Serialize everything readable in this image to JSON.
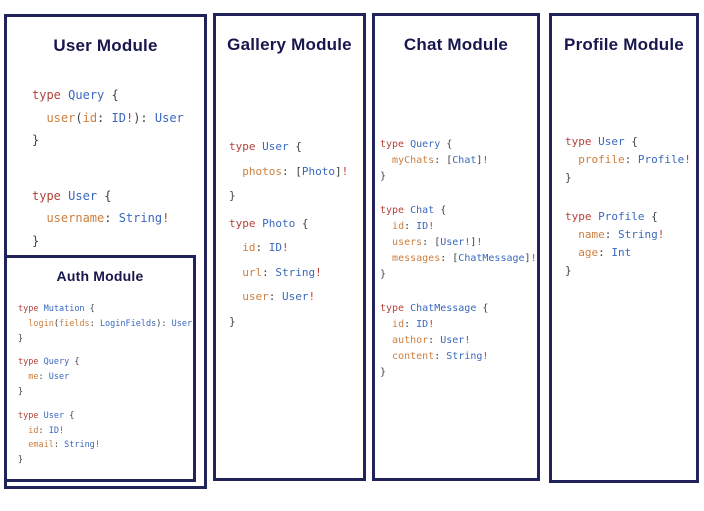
{
  "panel_colors": {
    "border": "#23235c",
    "title": "#17174e",
    "background": "#ffffff"
  },
  "syntax_colors": {
    "keyword": "#b2423b",
    "type_name": "#3a68bd",
    "field": "#cd7f3f",
    "punctuation": "#3f4245",
    "bang": "#c03d36"
  },
  "panels": {
    "user": {
      "title": "User Module",
      "blocks": [
        [
          [
            [
              "type",
              "k"
            ],
            [
              " ",
              "p"
            ],
            [
              "Query",
              "t"
            ],
            [
              " {",
              "p"
            ]
          ],
          [
            [
              "  ",
              "p"
            ],
            [
              "user",
              "f"
            ],
            [
              "(",
              "p"
            ],
            [
              "id",
              "f"
            ],
            [
              ": ",
              "p"
            ],
            [
              "ID",
              "t"
            ],
            [
              "!",
              "b"
            ],
            [
              "): ",
              "p"
            ],
            [
              "User",
              "t"
            ]
          ],
          [
            [
              "}",
              "p"
            ]
          ]
        ],
        [
          [
            [
              "type",
              "k"
            ],
            [
              " ",
              "p"
            ],
            [
              "User",
              "t"
            ],
            [
              " {",
              "p"
            ]
          ],
          [
            [
              "  ",
              "p"
            ],
            [
              "username",
              "f"
            ],
            [
              ": ",
              "p"
            ],
            [
              "String",
              "t"
            ],
            [
              "!",
              "b"
            ]
          ],
          [
            [
              "}",
              "p"
            ]
          ]
        ]
      ]
    },
    "auth": {
      "title": "Auth Module",
      "blocks": [
        [
          [
            [
              "type",
              "k"
            ],
            [
              " ",
              "p"
            ],
            [
              "Mutation",
              "t"
            ],
            [
              " {",
              "p"
            ]
          ],
          [
            [
              "  ",
              "p"
            ],
            [
              "login",
              "f"
            ],
            [
              "(",
              "p"
            ],
            [
              "fields",
              "f"
            ],
            [
              ": ",
              "p"
            ],
            [
              "LoginFields",
              "t"
            ],
            [
              "): ",
              "p"
            ],
            [
              "User",
              "t"
            ]
          ],
          [
            [
              "}",
              "p"
            ]
          ]
        ],
        [
          [
            [
              "type",
              "k"
            ],
            [
              " ",
              "p"
            ],
            [
              "Query",
              "t"
            ],
            [
              " {",
              "p"
            ]
          ],
          [
            [
              "  ",
              "p"
            ],
            [
              "me",
              "f"
            ],
            [
              ": ",
              "p"
            ],
            [
              "User",
              "t"
            ]
          ],
          [
            [
              "}",
              "p"
            ]
          ]
        ],
        [
          [
            [
              "type",
              "k"
            ],
            [
              " ",
              "p"
            ],
            [
              "User",
              "t"
            ],
            [
              " {",
              "p"
            ]
          ],
          [
            [
              "  ",
              "p"
            ],
            [
              "id",
              "f"
            ],
            [
              ": ",
              "p"
            ],
            [
              "ID",
              "t"
            ],
            [
              "!",
              "b"
            ]
          ],
          [
            [
              "  ",
              "p"
            ],
            [
              "email",
              "f"
            ],
            [
              ": ",
              "p"
            ],
            [
              "String",
              "t"
            ],
            [
              "!",
              "b"
            ]
          ],
          [
            [
              "}",
              "p"
            ]
          ]
        ]
      ]
    },
    "gallery": {
      "title": "Gallery Module",
      "blocks": [
        [
          [
            [
              "type",
              "k"
            ],
            [
              " ",
              "p"
            ],
            [
              "User",
              "t"
            ],
            [
              " {",
              "p"
            ]
          ],
          [
            [
              "  ",
              "p"
            ],
            [
              "photos",
              "f"
            ],
            [
              ": ",
              "p"
            ],
            [
              "[",
              "p"
            ],
            [
              "Photo",
              "t"
            ],
            [
              "]",
              "p"
            ],
            [
              "!",
              "b"
            ]
          ],
          [
            [
              "}",
              "p"
            ]
          ]
        ],
        [
          [
            [
              "type",
              "k"
            ],
            [
              " ",
              "p"
            ],
            [
              "Photo",
              "t"
            ],
            [
              " {",
              "p"
            ]
          ],
          [
            [
              "  ",
              "p"
            ],
            [
              "id",
              "f"
            ],
            [
              ": ",
              "p"
            ],
            [
              "ID",
              "t"
            ],
            [
              "!",
              "b"
            ]
          ],
          [
            [
              "  ",
              "p"
            ],
            [
              "url",
              "f"
            ],
            [
              ": ",
              "p"
            ],
            [
              "String",
              "t"
            ],
            [
              "!",
              "b"
            ]
          ],
          [
            [
              "  ",
              "p"
            ],
            [
              "user",
              "f"
            ],
            [
              ": ",
              "p"
            ],
            [
              "User",
              "t"
            ],
            [
              "!",
              "b"
            ]
          ],
          [
            [
              "}",
              "p"
            ]
          ]
        ]
      ]
    },
    "chat": {
      "title": "Chat Module",
      "blocks": [
        [
          [
            [
              "type",
              "k"
            ],
            [
              " ",
              "p"
            ],
            [
              "Query",
              "t"
            ],
            [
              " {",
              "p"
            ]
          ],
          [
            [
              "  ",
              "p"
            ],
            [
              "myChats",
              "f"
            ],
            [
              ": ",
              "p"
            ],
            [
              "[",
              "p"
            ],
            [
              "Chat",
              "t"
            ],
            [
              "]",
              "p"
            ],
            [
              "!",
              "b"
            ]
          ],
          [
            [
              "}",
              "p"
            ]
          ]
        ],
        [
          [
            [
              "type",
              "k"
            ],
            [
              " ",
              "p"
            ],
            [
              "Chat",
              "t"
            ],
            [
              " {",
              "p"
            ]
          ],
          [
            [
              "  ",
              "p"
            ],
            [
              "id",
              "f"
            ],
            [
              ": ",
              "p"
            ],
            [
              "ID",
              "t"
            ],
            [
              "!",
              "b"
            ]
          ],
          [
            [
              "  ",
              "p"
            ],
            [
              "users",
              "f"
            ],
            [
              ": ",
              "p"
            ],
            [
              "[",
              "p"
            ],
            [
              "User",
              "t"
            ],
            [
              "!",
              "b"
            ],
            [
              "]",
              "p"
            ],
            [
              "!",
              "b"
            ]
          ],
          [
            [
              "  ",
              "p"
            ],
            [
              "messages",
              "f"
            ],
            [
              ": ",
              "p"
            ],
            [
              "[",
              "p"
            ],
            [
              "ChatMessage",
              "t"
            ],
            [
              "]",
              "p"
            ],
            [
              "!",
              "b"
            ]
          ],
          [
            [
              "}",
              "p"
            ]
          ]
        ],
        [
          [
            [
              "type",
              "k"
            ],
            [
              " ",
              "p"
            ],
            [
              "ChatMessage",
              "t"
            ],
            [
              " {",
              "p"
            ]
          ],
          [
            [
              "  ",
              "p"
            ],
            [
              "id",
              "f"
            ],
            [
              ": ",
              "p"
            ],
            [
              "ID",
              "t"
            ],
            [
              "!",
              "b"
            ]
          ],
          [
            [
              "  ",
              "p"
            ],
            [
              "author",
              "f"
            ],
            [
              ": ",
              "p"
            ],
            [
              "User",
              "t"
            ],
            [
              "!",
              "b"
            ]
          ],
          [
            [
              "  ",
              "p"
            ],
            [
              "content",
              "f"
            ],
            [
              ": ",
              "p"
            ],
            [
              "String",
              "t"
            ],
            [
              "!",
              "b"
            ]
          ],
          [
            [
              "}",
              "p"
            ]
          ]
        ]
      ]
    },
    "profile": {
      "title": "Profile Module",
      "blocks": [
        [
          [
            [
              "type",
              "k"
            ],
            [
              " ",
              "p"
            ],
            [
              "User",
              "t"
            ],
            [
              " {",
              "p"
            ]
          ],
          [
            [
              "  ",
              "p"
            ],
            [
              "profile",
              "f"
            ],
            [
              ": ",
              "p"
            ],
            [
              "Profile",
              "t"
            ],
            [
              "!",
              "b"
            ]
          ],
          [
            [
              "}",
              "p"
            ]
          ]
        ],
        [
          [
            [
              "type",
              "k"
            ],
            [
              " ",
              "p"
            ],
            [
              "Profile",
              "t"
            ],
            [
              " {",
              "p"
            ]
          ],
          [
            [
              "  ",
              "p"
            ],
            [
              "name",
              "f"
            ],
            [
              ": ",
              "p"
            ],
            [
              "String",
              "t"
            ],
            [
              "!",
              "b"
            ]
          ],
          [
            [
              "  ",
              "p"
            ],
            [
              "age",
              "f"
            ],
            [
              ": ",
              "p"
            ],
            [
              "Int",
              "t"
            ]
          ],
          [
            [
              "}",
              "p"
            ]
          ]
        ]
      ]
    }
  }
}
